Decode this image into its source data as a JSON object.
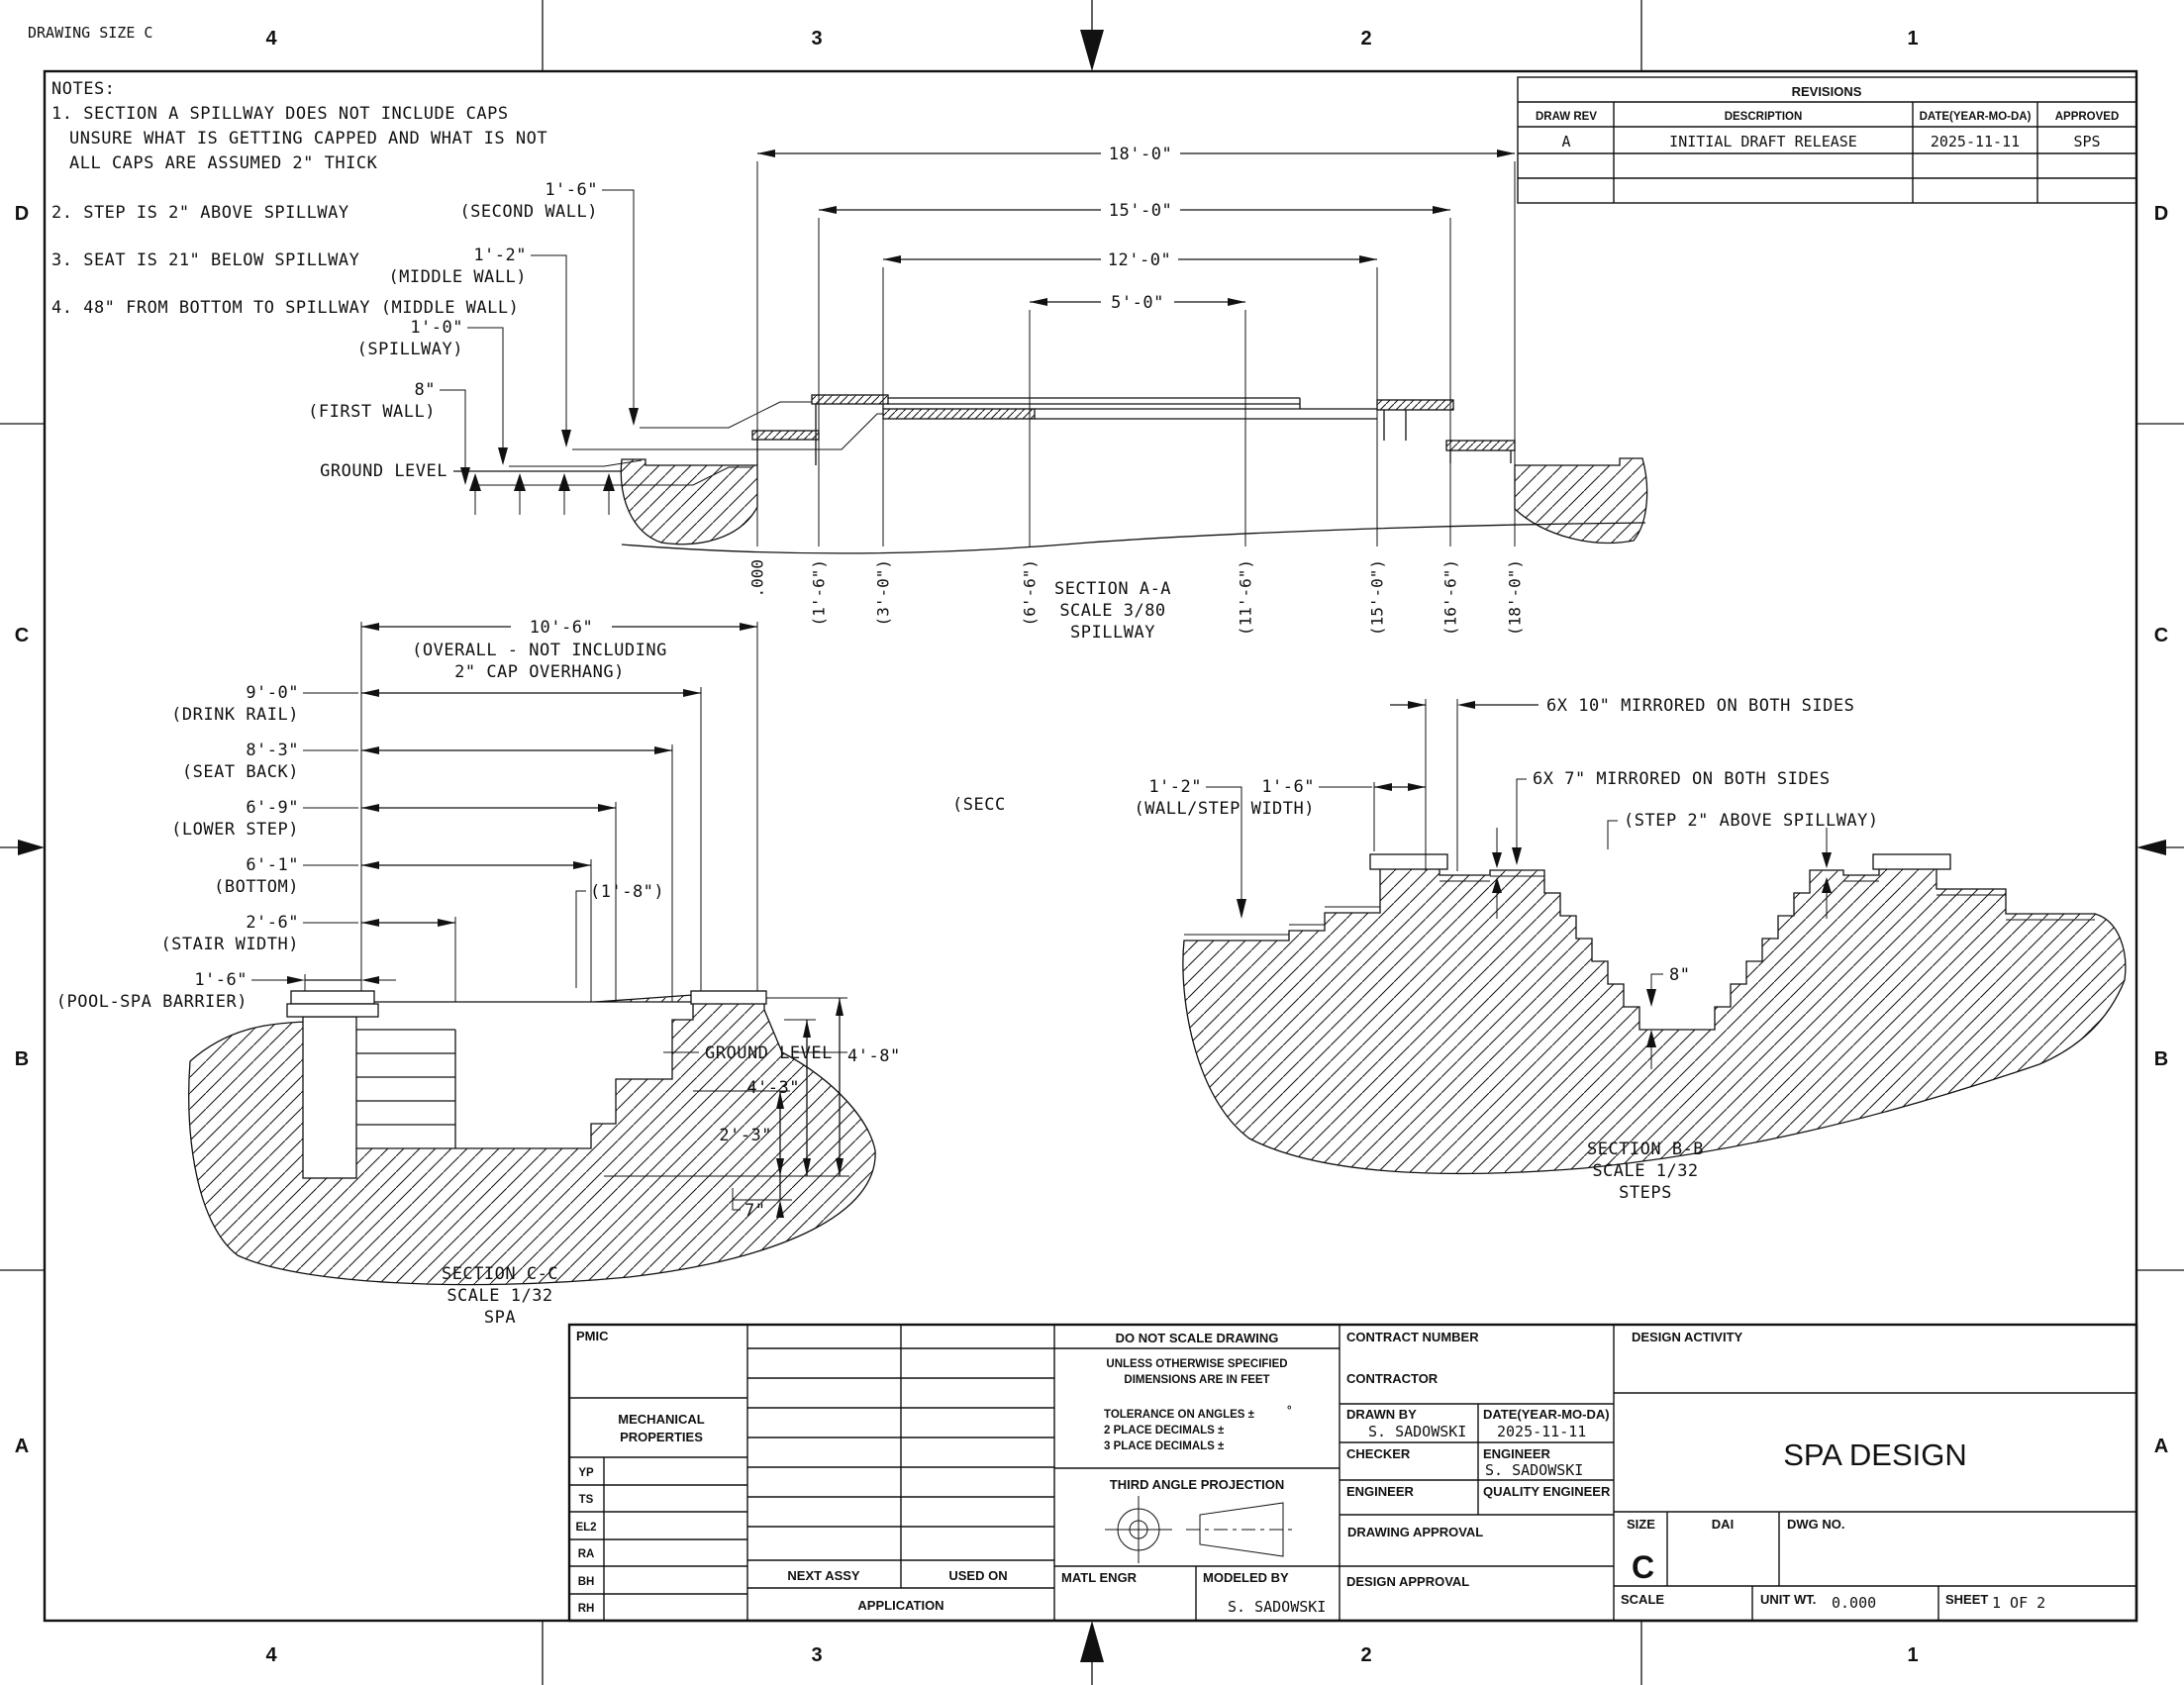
{
  "border": {
    "drawing_size": "DRAWING SIZE C",
    "top": [
      "4",
      "3",
      "2",
      "1"
    ],
    "bottom": [
      "4",
      "3",
      "2",
      "1"
    ],
    "left": [
      "D",
      "C",
      "B",
      "A"
    ],
    "right": [
      "D",
      "C",
      "B",
      "A"
    ]
  },
  "notes": {
    "l0": "NOTES:",
    "l1": "1. SECTION A SPILLWAY DOES NOT INCLUDE CAPS",
    "l2": "UNSURE WHAT IS GETTING CAPPED AND WHAT IS NOT",
    "l3": "ALL CAPS ARE ASSUMED 2\" THICK",
    "l4": "2. STEP IS 2\" ABOVE SPILLWAY",
    "l5": "3. SEAT IS 21\" BELOW SPILLWAY",
    "l6": "4. 48\" FROM BOTTOM TO SPILLWAY (MIDDLE WALL)"
  },
  "revisions": {
    "title": "REVISIONS",
    "col_rev": "DRAW REV",
    "col_desc": "DESCRIPTION",
    "col_date": "DATE(YEAR-MO-DA)",
    "col_appr": "APPROVED",
    "row_rev": "A",
    "row_desc": "INITIAL DRAFT RELEASE",
    "row_date": "2025-11-11",
    "row_appr": "SPS"
  },
  "section_a": {
    "dim_18": "18'-0\"",
    "dim_15": "15'-0\"",
    "dim_12": "12'-0\"",
    "dim_5": "5'-0\"",
    "second_wall_val": "1'-6\"",
    "second_wall_lbl": "(SECOND WALL)",
    "middle_wall_val": "1'-2\"",
    "middle_wall_lbl": "(MIDDLE WALL)",
    "spillway_val": "1'-0\"",
    "spillway_lbl": "(SPILLWAY)",
    "first_wall_val": "8\"",
    "first_wall_lbl": "(FIRST WALL)",
    "ground": "GROUND LEVEL",
    "st0": ".000",
    "st1": "(1'-6\")",
    "st2": "(3'-0\")",
    "st3": "(6'-6\")",
    "st4": "(11'-6\")",
    "st5": "(15'-0\")",
    "st6": "(16'-6\")",
    "st7": "(18'-0\")",
    "cap1": "SECTION A-A",
    "cap2": "SCALE 3/80",
    "cap3": "SPILLWAY"
  },
  "section_c": {
    "dim_overall": "10'-6\"",
    "overall_note1": "(OVERALL - NOT INCLUDING",
    "overall_note2": "2\" CAP OVERHANG)",
    "drink_val": "9'-0\"",
    "drink_lbl": "(DRINK RAIL)",
    "seat_val": "8'-3\"",
    "seat_lbl": "(SEAT BACK)",
    "lower_val": "6'-9\"",
    "lower_lbl": "(LOWER STEP)",
    "bottom_val": "6'-1\"",
    "bottom_lbl": "(BOTTOM)",
    "stair_val": "2'-6\"",
    "stair_lbl": "(STAIR WIDTH)",
    "barrier_val": "1'-6\"",
    "barrier_lbl": "(POOL-SPA BARRIER)",
    "cap_18": "(1'-8\")",
    "ground": "GROUND LEVEL",
    "dim_48": "4'-8\"",
    "dim_43": "4'-3\"",
    "dim_23": "2'-3\"",
    "dim_7": "7\"",
    "stray": "(SECC",
    "cap1": "SECTION C-C",
    "cap2": "SCALE 1/32",
    "cap3": "SPA"
  },
  "section_b": {
    "tread_note": "6X 10\" MIRRORED ON BOTH SIDES",
    "wall_val": "1'-6\"",
    "wall_lbl": "(WALL/STEP WIDTH)",
    "dim_12": "1'-2\"",
    "riser_note": "6X 7\" MIRRORED ON BOTH SIDES",
    "step_note": "(STEP 2\" ABOVE SPILLWAY)",
    "dim_8": "8\"",
    "cap1": "SECTION B-B",
    "cap2": "SCALE 1/32",
    "cap3": "STEPS"
  },
  "title_block": {
    "pmic": "PMIC",
    "mech1": "MECHANICAL",
    "mech2": "PROPERTIES",
    "rows": [
      "YP",
      "TS",
      "EL2",
      "RA",
      "BH",
      "RH"
    ],
    "next_assy": "NEXT ASSY",
    "used_on": "USED ON",
    "application": "APPLICATION",
    "do_not_scale": "DO NOT SCALE DRAWING",
    "unless1": "UNLESS OTHERWISE SPECIFIED",
    "unless2": "DIMENSIONS ARE IN FEET",
    "tol": "TOLERANCE ON ANGLES ±",
    "deg": "°",
    "tol2": "2 PLACE DECIMALS ±",
    "tol3": "3 PLACE DECIMALS ±",
    "third_angle": "THIRD ANGLE PROJECTION",
    "matl": "MATL ENGR",
    "modeled": "MODELED BY",
    "modeled_val": "S. SADOWSKI",
    "contract": "CONTRACT NUMBER",
    "contractor": "CONTRACTOR",
    "drawn": "DRAWN BY",
    "drawn_val": "S. SADOWSKI",
    "date_lbl": "DATE(YEAR-MO-DA)",
    "date_val": "2025-11-11",
    "checker": "CHECKER",
    "engineer1": "ENGINEER",
    "engineer1_val": "S. SADOWSKI",
    "engineer2": "ENGINEER",
    "quality": "QUALITY ENGINEER",
    "drawing_appr": "DRAWING APPROVAL",
    "design_appr": "DESIGN APPROVAL",
    "design_activity": "DESIGN ACTIVITY",
    "title": "SPA DESIGN",
    "size_lbl": "SIZE",
    "size_val": "C",
    "dai": "DAI",
    "dwg": "DWG NO.",
    "scale_lbl": "SCALE",
    "unit_lbl": "UNIT WT.",
    "unit_val": "0.000",
    "sheet_lbl": "SHEET",
    "sheet_val": "1 OF 2"
  }
}
